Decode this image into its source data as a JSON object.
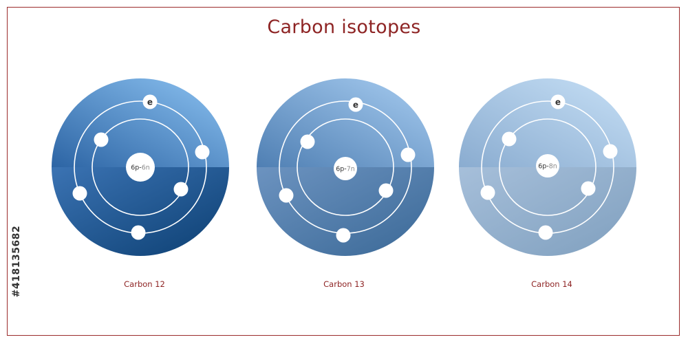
{
  "title": "Carbon isotopes",
  "side_id": "#418135682",
  "electron_symbol": "e",
  "atoms": [
    {
      "nucleus": {
        "p": "6p",
        "sep": "-",
        "n": "6n"
      },
      "caption": "Carbon 12",
      "colors": {
        "top_a": "#2c64a4",
        "top_b": "#8dc3f2",
        "bottom_a": "#3b73b3",
        "bottom_b": "#0c3f72"
      }
    },
    {
      "nucleus": {
        "p": "6p",
        "sep": "-",
        "n": "7n"
      },
      "caption": "Carbon 13",
      "colors": {
        "top_a": "#4f7fb3",
        "top_b": "#a8cdf1",
        "bottom_a": "#6c93c0",
        "bottom_b": "#3a6896"
      }
    },
    {
      "nucleus": {
        "p": "6p",
        "sep": "-",
        "n": "8n"
      },
      "caption": "Carbon 14",
      "colors": {
        "top_a": "#8aacd0",
        "top_b": "#c7e0f6",
        "bottom_a": "#a6bfda",
        "bottom_b": "#7f9fbe"
      }
    }
  ]
}
